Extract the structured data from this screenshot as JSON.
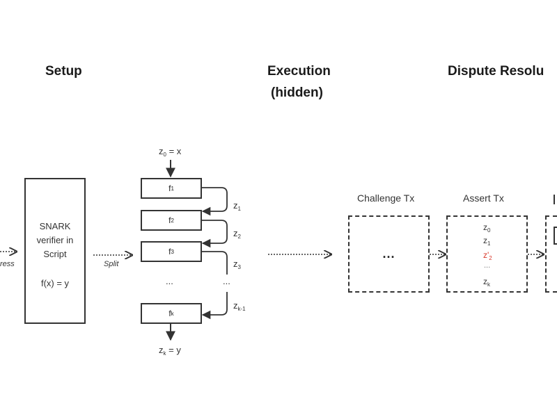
{
  "headings": {
    "setup": "Setup",
    "execution_line1": "Execution",
    "execution_line2": "(hidden)",
    "dispute": "Dispute Resolu"
  },
  "left_arrow_label": "ress",
  "verifier": {
    "line1": "SNARK",
    "line2": "verifier in",
    "line3": "Script",
    "line4": "f(x) = y"
  },
  "split_label": "Split",
  "input_label": {
    "base": "z",
    "sub": "0",
    "rest": " = x"
  },
  "output_label": {
    "base": "z",
    "sub": "k",
    "rest": " = y"
  },
  "functions": [
    {
      "base": "f",
      "sub": "1"
    },
    {
      "base": "f",
      "sub": "2"
    },
    {
      "base": "f",
      "sub": "3"
    },
    {
      "base": "f",
      "sub": "k"
    }
  ],
  "function_ellipsis": "...",
  "loop_ellipsis": "...",
  "intermediate": [
    {
      "base": "z",
      "sub": "1"
    },
    {
      "base": "z",
      "sub": "2"
    },
    {
      "base": "z",
      "sub": "3"
    },
    {
      "base": "z",
      "sub": "k-1"
    }
  ],
  "challenge": {
    "title": "Challenge Tx",
    "content": "..."
  },
  "assert": {
    "title": "Assert Tx",
    "items": [
      {
        "base": "z",
        "sub": "0",
        "highlight": false
      },
      {
        "base": "z",
        "sub": "1",
        "highlight": false
      },
      {
        "base": "z'",
        "sub": "2",
        "highlight": true
      },
      {
        "base": "...",
        "sub": "",
        "highlight": false
      },
      {
        "base": "z",
        "sub": "k",
        "highlight": false
      }
    ]
  },
  "colors": {
    "highlight": "#d9382b",
    "stroke": "#333333"
  }
}
